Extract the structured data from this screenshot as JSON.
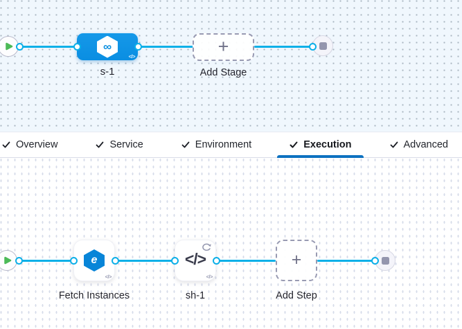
{
  "icons": {
    "plus": "+",
    "code_badge": "</>",
    "step_code_glyph": "</>",
    "stage_hexagon_symbol": "∞",
    "fetch_symbol": "e"
  },
  "stage_canvas": {
    "stage_label": "s-1",
    "add_stage_label": "Add Stage"
  },
  "tabs": {
    "items": [
      {
        "label": "Overview",
        "checked": true
      },
      {
        "label": "Service",
        "checked": true
      },
      {
        "label": "Environment",
        "checked": true
      },
      {
        "label": "Execution",
        "checked": true,
        "active": true
      },
      {
        "label": "Advanced",
        "checked": true
      }
    ]
  },
  "execution_canvas": {
    "steps": [
      {
        "label": "Fetch Instances"
      },
      {
        "label": "sh-1",
        "has_loop_badge": true
      }
    ],
    "add_step_label": "Add Step"
  },
  "colors": {
    "canvas_top_bg": "#f0f7fd",
    "canvas_bottom_bg": "#ffffff",
    "connector_cyan": "#0db0e8",
    "stage_blue": "#0b92e4",
    "tab_underline_blue": "#0d71c0",
    "play_green": "#4cba57",
    "neutral_gray": "#9496ae",
    "label_text": "#25252e"
  }
}
